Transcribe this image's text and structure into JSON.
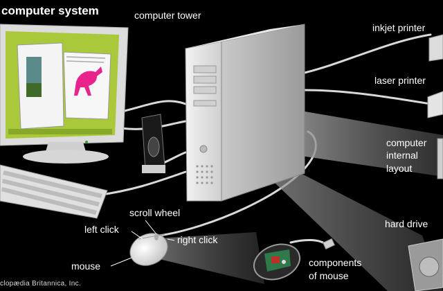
{
  "labels": {
    "title": "computer system",
    "computer_tower": "computer tower",
    "inkjet_printer": "inkjet printer",
    "laser_printer": "laser printer",
    "computer_internal_layout": [
      "computer",
      "internal",
      "layout"
    ],
    "hard_drive": "hard drive",
    "scroll_wheel": "scroll wheel",
    "left_click": "left click",
    "right_click": "right click",
    "mouse": "mouse",
    "components_of_mouse": [
      "components",
      "of mouse"
    ],
    "credit": "clopædia Britannica, Inc."
  },
  "colors": {
    "background": "#000000",
    "screen": "#a9c93a",
    "plastic": "#e6e6e6",
    "horse": "#e8248c",
    "beam": "#8a8a8a"
  }
}
